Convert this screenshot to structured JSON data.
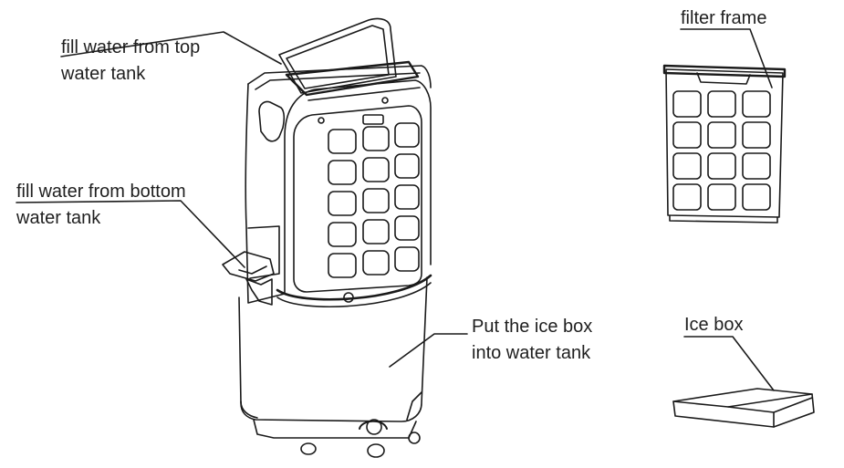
{
  "labels": {
    "fill_top": [
      "fill water from top",
      "water tank"
    ],
    "fill_bottom": [
      "fill water from bottom",
      "water tank"
    ],
    "ice_box_tank": [
      "Put the ice box",
      "into water tank"
    ],
    "filter_frame": "filter frame",
    "ice_box": "Ice box"
  }
}
